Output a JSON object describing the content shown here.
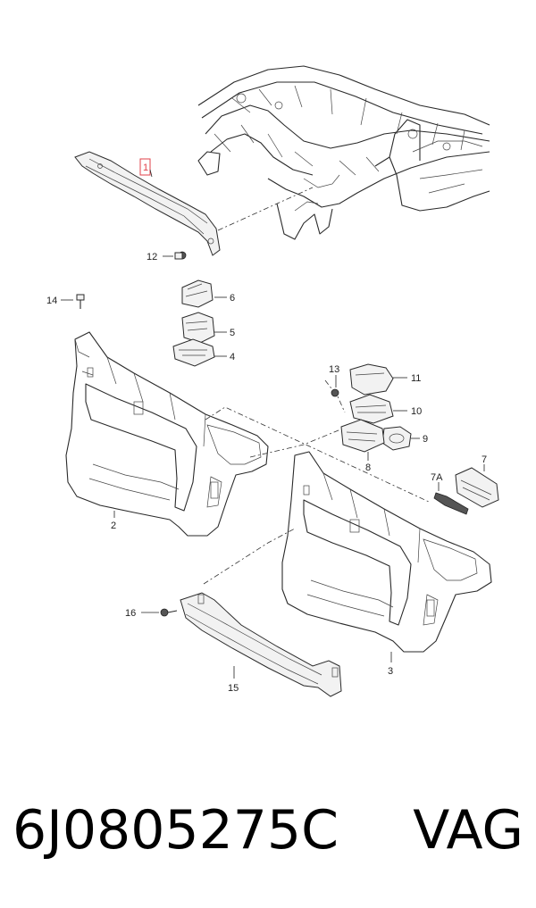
{
  "callouts": {
    "c1": "1",
    "c2": "2",
    "c3": "3",
    "c4": "4",
    "c5": "5",
    "c6": "6",
    "c7": "7",
    "c7a": "7A",
    "c8": "8",
    "c9": "9",
    "c10": "10",
    "c11": "11",
    "c12": "12",
    "c13": "13",
    "c14": "14",
    "c15": "15",
    "c16": "16"
  },
  "footer": {
    "part_number": "6J0805275C",
    "brand": "VAG"
  },
  "colors": {
    "highlight_box": "#e0404a",
    "line": "#2a2a2a"
  }
}
